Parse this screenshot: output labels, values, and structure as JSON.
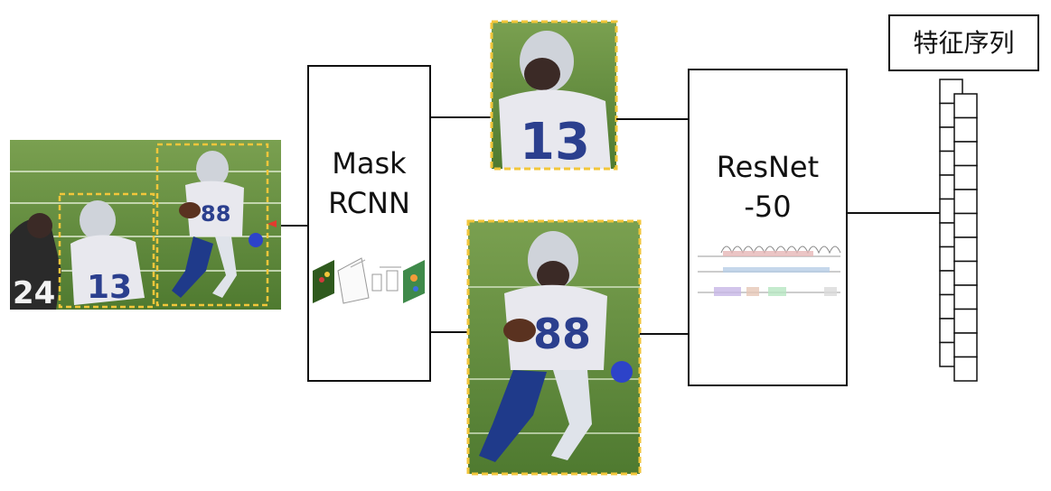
{
  "nodes": {
    "mask_rcnn": {
      "line1": "Mask",
      "line2": "RCNN"
    },
    "resnet": {
      "line1": "ResNet",
      "line2": "-50"
    },
    "feature_sequence": {
      "label": "特征序列"
    }
  },
  "images": {
    "input_frame": {
      "description_icon": "football-players-photo"
    },
    "crop_top": {
      "description_icon": "player-crop-13"
    },
    "crop_bottom": {
      "description_icon": "player-crop-88"
    }
  },
  "colors": {
    "field_green": "#5f8a3c",
    "dash_yellow": "#f2c63a",
    "stroke": "#111111",
    "arrow_red": "#e23b2e",
    "jersey_white": "#e8e8ee",
    "jersey_blue": "#1f3a8a"
  },
  "feature_stack": {
    "cells": 12
  }
}
